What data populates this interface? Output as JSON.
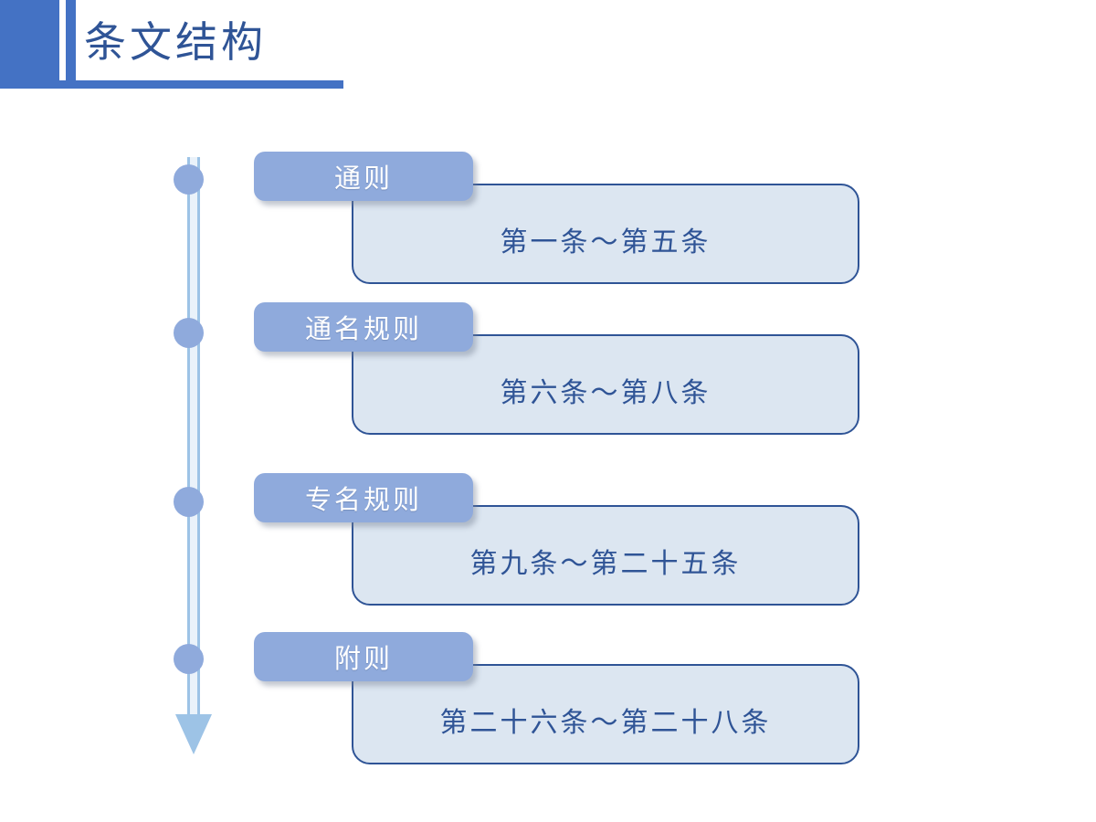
{
  "slide": {
    "title": "条文结构",
    "accent_color": "#4472C4",
    "title_color": "#2F5496",
    "label_fill": "#8FAADC",
    "content_fill": "#DCE6F1",
    "content_border": "#2F5496",
    "timeline_color": "#9DC3E6",
    "background": "#FFFFFF"
  },
  "timeline": {
    "icon": "down-arrow-timeline",
    "node_count": 4,
    "arrow_direction": "down"
  },
  "rows": [
    {
      "label": "通则",
      "content": "第一条～第五条"
    },
    {
      "label": "通名规则",
      "content": "第六条～第八条"
    },
    {
      "label": "专名规则",
      "content": "第九条～第二十五条"
    },
    {
      "label": "附则",
      "content": "第二十六条～第二十八条"
    }
  ]
}
